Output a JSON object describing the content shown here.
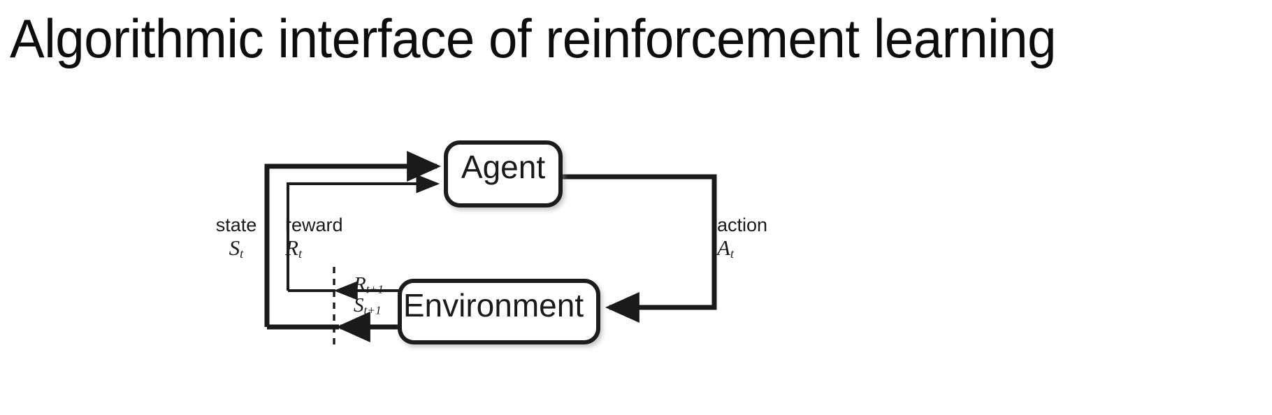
{
  "slide": {
    "title": "Algorithmic interface of reinforcement learning",
    "background_color": "#ffffff",
    "text_color": "#0d0d0d"
  },
  "diagram": {
    "name": "agent-environment-interaction-loop",
    "stroke_color": "#1a1a1a",
    "nodes": [
      {
        "id": "agent",
        "label": "Agent",
        "shape": "rounded-rect"
      },
      {
        "id": "environment",
        "label": "Environment",
        "shape": "rounded-rect"
      }
    ],
    "signals": {
      "state": {
        "word": "state",
        "symbol": "S",
        "subscript": "t"
      },
      "reward": {
        "word": "reward",
        "symbol": "R",
        "subscript": "t"
      },
      "action": {
        "word": "action",
        "symbol": "A",
        "subscript": "t"
      },
      "next_reward": {
        "symbol": "R",
        "subscript": "t+1"
      },
      "next_state": {
        "symbol": "S",
        "subscript": "t+1"
      }
    },
    "time_boundary": {
      "style": "dashed-vertical-line"
    }
  }
}
